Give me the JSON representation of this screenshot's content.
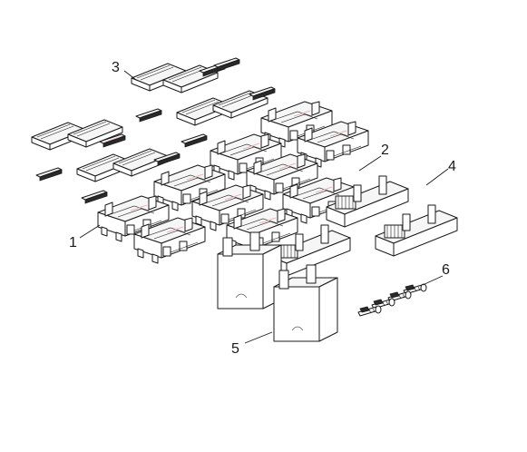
{
  "callouts": [
    {
      "id": "1",
      "label": "1"
    },
    {
      "id": "2",
      "label": "2"
    },
    {
      "id": "3",
      "label": "3"
    },
    {
      "id": "4",
      "label": "4"
    },
    {
      "id": "5",
      "label": "5"
    },
    {
      "id": "6",
      "label": "6"
    }
  ],
  "colors": {
    "line": "#1a1a1a",
    "accent_red": "#e7a7ae",
    "background": "#ffffff"
  }
}
